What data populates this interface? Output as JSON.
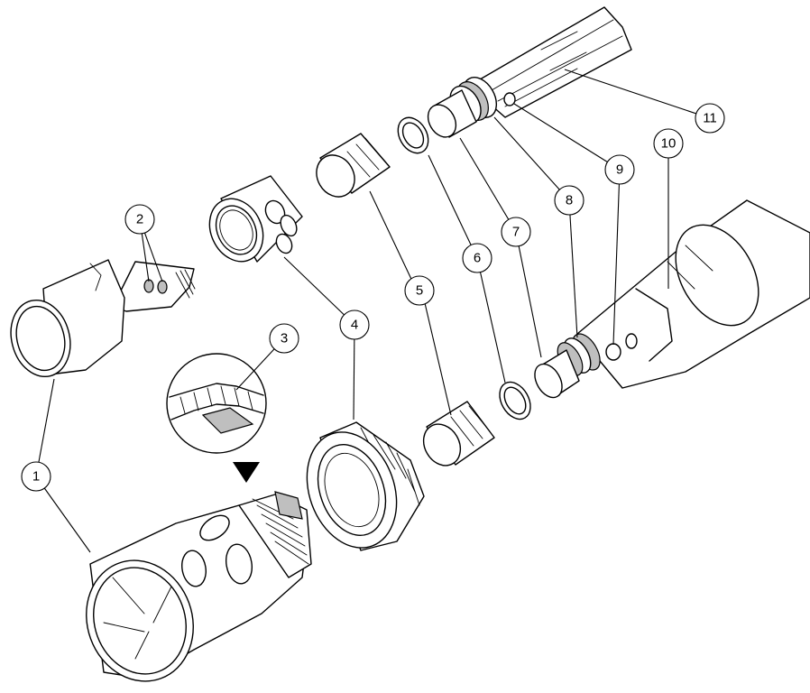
{
  "callouts": [
    {
      "id": "c1",
      "label": "1"
    },
    {
      "id": "c2",
      "label": "2"
    },
    {
      "id": "c3",
      "label": "3"
    },
    {
      "id": "c4",
      "label": "4"
    },
    {
      "id": "c5a",
      "label": "5"
    },
    {
      "id": "c5b",
      "label": "5"
    },
    {
      "id": "c6",
      "label": "6"
    },
    {
      "id": "c7",
      "label": "7"
    },
    {
      "id": "c8",
      "label": "8"
    },
    {
      "id": "c9",
      "label": "9"
    },
    {
      "id": "c10",
      "label": "10"
    },
    {
      "id": "c11",
      "label": "11"
    }
  ]
}
